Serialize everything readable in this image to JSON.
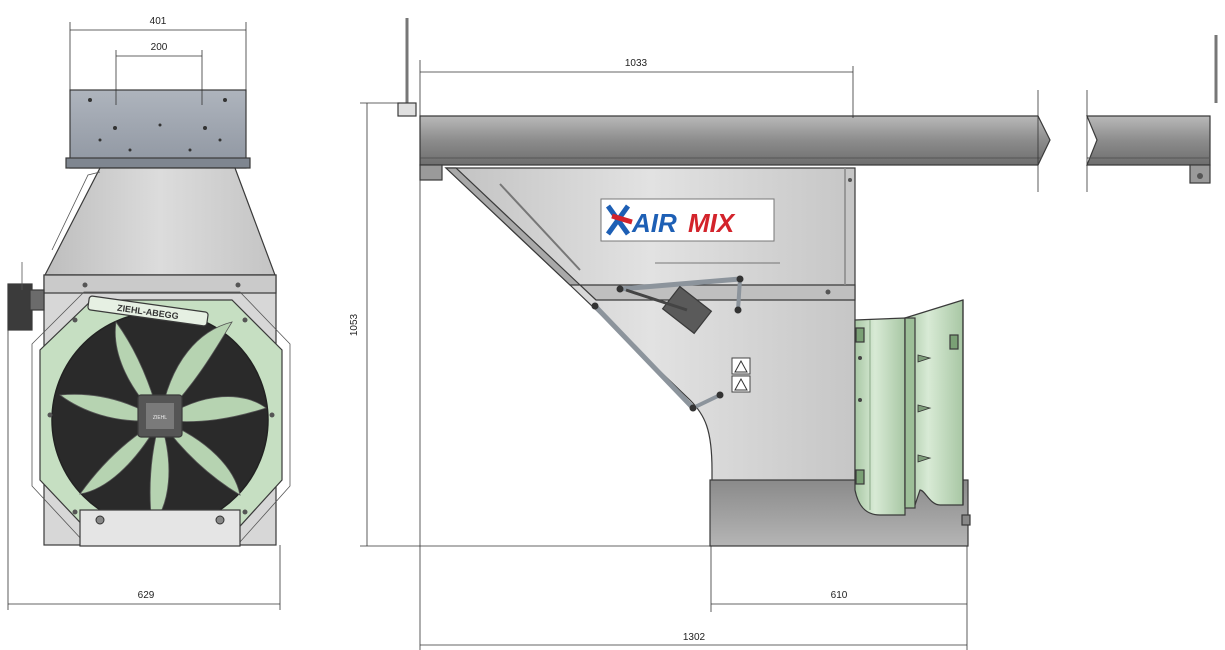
{
  "dimensions": {
    "front_top_width": "401",
    "front_bracket_spacing": "200",
    "front_total_width": "629",
    "side_height": "1053",
    "side_beam_length": "1033",
    "side_base_length": "610",
    "side_total_length": "1302"
  },
  "brand": {
    "logo_air": "AIR",
    "logo_mix": "MIX",
    "fan_label": "ZIEHL-ABEGG"
  },
  "colors": {
    "body_grey": "#cfcfcf",
    "beam_grey": "#8d8d8d",
    "fan_green": "#c6dfc2",
    "logo_blue": "#1d5fb5",
    "logo_red": "#d3232b"
  }
}
